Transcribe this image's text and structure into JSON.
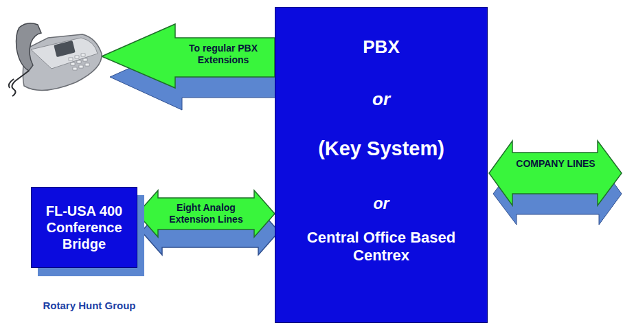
{
  "diagram": {
    "nodes": [
      {
        "text": [
          "PBX",
          "or",
          "(Key System)",
          "or",
          "Central Office Based Centrex"
        ]
      },
      {
        "text": [
          "FL-USA 400 Conference Bridge"
        ]
      }
    ],
    "edges": [
      {
        "from": 1,
        "to": 0,
        "label": "Eight Analog Extension Lines",
        "arrow": "both"
      }
    ],
    "labels": [
      "To regular PBX Extensions",
      "COMPANY LINES",
      "Rotary Hunt Group"
    ]
  }
}
